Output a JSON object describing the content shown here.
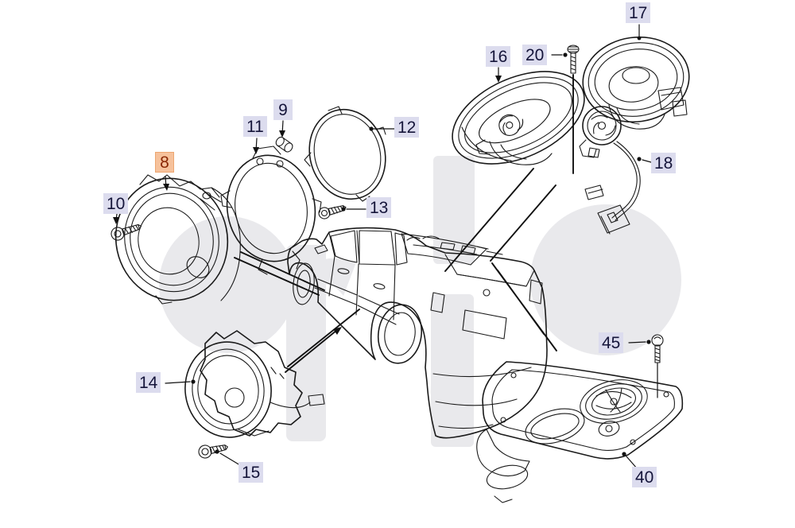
{
  "diagram": {
    "watermark_text": "orio",
    "colors": {
      "label_background": "#dcdcee",
      "label_text": "#15153a",
      "highlight_background": "#f6c29c",
      "highlight_text": "#8a2703",
      "line_art": "#1a1a1a",
      "watermark": "#e9e9ec"
    },
    "labels": [
      {
        "text": "8",
        "highlighted": true
      },
      {
        "text": "9",
        "highlighted": false
      },
      {
        "text": "10",
        "highlighted": false
      },
      {
        "text": "11",
        "highlighted": false
      },
      {
        "text": "12",
        "highlighted": false
      },
      {
        "text": "13",
        "highlighted": false
      },
      {
        "text": "14",
        "highlighted": false
      },
      {
        "text": "15",
        "highlighted": false
      },
      {
        "text": "16",
        "highlighted": false
      },
      {
        "text": "17",
        "highlighted": false
      },
      {
        "text": "18",
        "highlighted": false
      },
      {
        "text": "20",
        "highlighted": false
      },
      {
        "text": "40",
        "highlighted": false
      },
      {
        "text": "45",
        "highlighted": false
      }
    ]
  }
}
